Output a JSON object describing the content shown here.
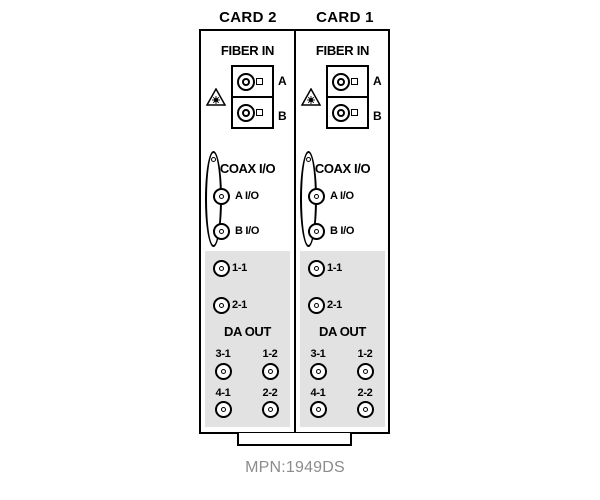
{
  "cards": [
    {
      "title": "CARD 2",
      "fiber_label": "FIBER IN",
      "fiber_ports": [
        "A",
        "B"
      ],
      "coax_label": "COAX I/O",
      "coax_ports": [
        "A I/O",
        "B I/O"
      ],
      "da_side_ports": [
        "1-1",
        "2-1"
      ],
      "da_label": "DA OUT",
      "da_grid_ports": [
        "3-1",
        "1-2",
        "4-1",
        "2-2"
      ]
    },
    {
      "title": "CARD 1",
      "fiber_label": "FIBER IN",
      "fiber_ports": [
        "A",
        "B"
      ],
      "coax_label": "COAX I/O",
      "coax_ports": [
        "A I/O",
        "B I/O"
      ],
      "da_side_ports": [
        "1-1",
        "2-1"
      ],
      "da_label": "DA OUT",
      "da_grid_ports": [
        "3-1",
        "1-2",
        "4-1",
        "2-2"
      ]
    }
  ],
  "mpn": "MPN:1949DS",
  "colors": {
    "panel_gray": "#e2e2e2",
    "mpn_text": "#8c8c8c"
  },
  "icons": {
    "fiber_warning": "laser-warning-icon",
    "coax_connector": "bnc-connector-icon",
    "fiber_connector": "fiber-connector-icon"
  }
}
